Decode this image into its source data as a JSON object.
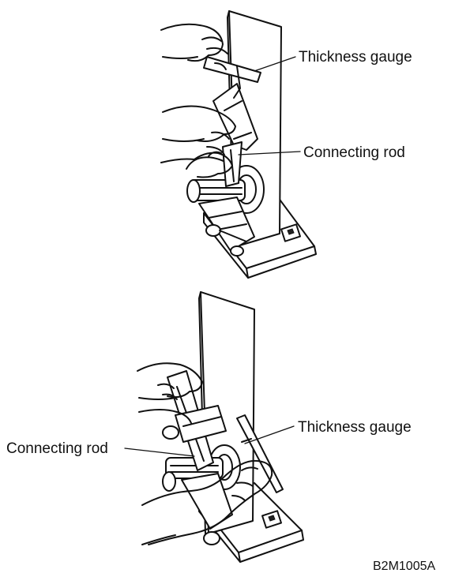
{
  "figure_code": "B2M1005A",
  "top_view": {
    "labels": {
      "thickness_gauge": "Thickness gauge",
      "connecting_rod": "Connecting rod"
    }
  },
  "bottom_view": {
    "labels": {
      "thickness_gauge": "Thickness gauge",
      "connecting_rod": "Connecting rod"
    }
  }
}
